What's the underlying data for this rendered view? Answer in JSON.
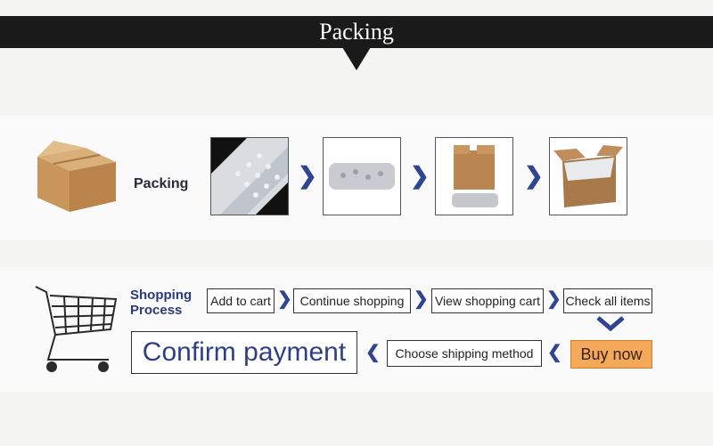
{
  "banner": {
    "title": "Packing"
  },
  "packing": {
    "label": "Packing"
  },
  "shopping": {
    "label_line1": "Shopping",
    "label_line2": "Process",
    "steps": {
      "add_to_cart": "Add to cart",
      "continue_shopping": "Continue shopping",
      "view_cart": "View shopping cart",
      "check_items": "Check all items",
      "buy_now": "Buy now",
      "choose_shipping": "Choose shipping method",
      "confirm_payment": "Confirm payment"
    }
  },
  "colors": {
    "banner": "#1a1a1a",
    "arrow": "#2f4590",
    "buy_now": "#f4a85a",
    "confirm_text": "#2e3f86"
  }
}
